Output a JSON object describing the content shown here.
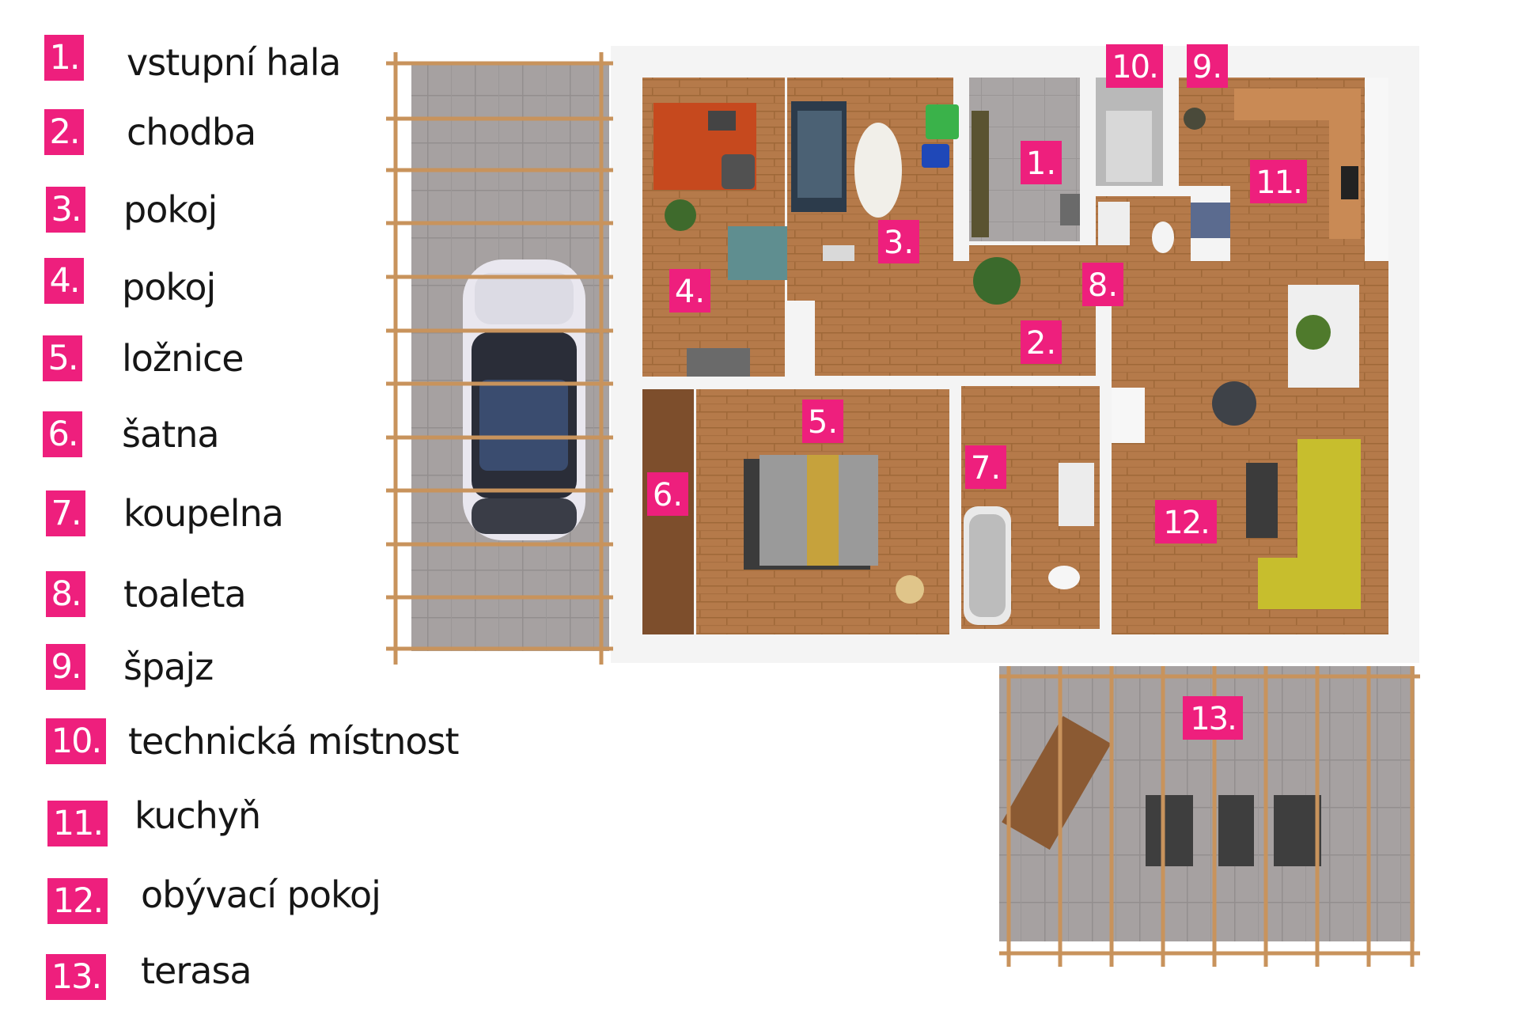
{
  "legend": [
    {
      "num": "1.",
      "label": "vstupní hala"
    },
    {
      "num": "2.",
      "label": "chodba"
    },
    {
      "num": "3.",
      "label": "pokoj"
    },
    {
      "num": "4.",
      "label": "pokoj"
    },
    {
      "num": "5.",
      "label": "ložnice"
    },
    {
      "num": "6.",
      "label": "šatna"
    },
    {
      "num": "7.",
      "label": "koupelna"
    },
    {
      "num": "8.",
      "label": "toaleta"
    },
    {
      "num": "9.",
      "label": "špajz"
    },
    {
      "num": "10.",
      "label": "technická místnost"
    },
    {
      "num": "11.",
      "label": "kuchyň"
    },
    {
      "num": "12.",
      "label": "obývací pokoj"
    },
    {
      "num": "13.",
      "label": "terasa"
    }
  ],
  "plan_labels": [
    "1.",
    "2.",
    "3.",
    "4.",
    "5.",
    "6.",
    "7.",
    "8.",
    "9.",
    "10.",
    "11.",
    "12.",
    "13."
  ],
  "colors": {
    "accent": "#ee1f7d",
    "wall": "#f4f4f4",
    "floor_wood": "#b57a4a",
    "tile": "#a9a5a5",
    "pergola": "#c8935c"
  }
}
